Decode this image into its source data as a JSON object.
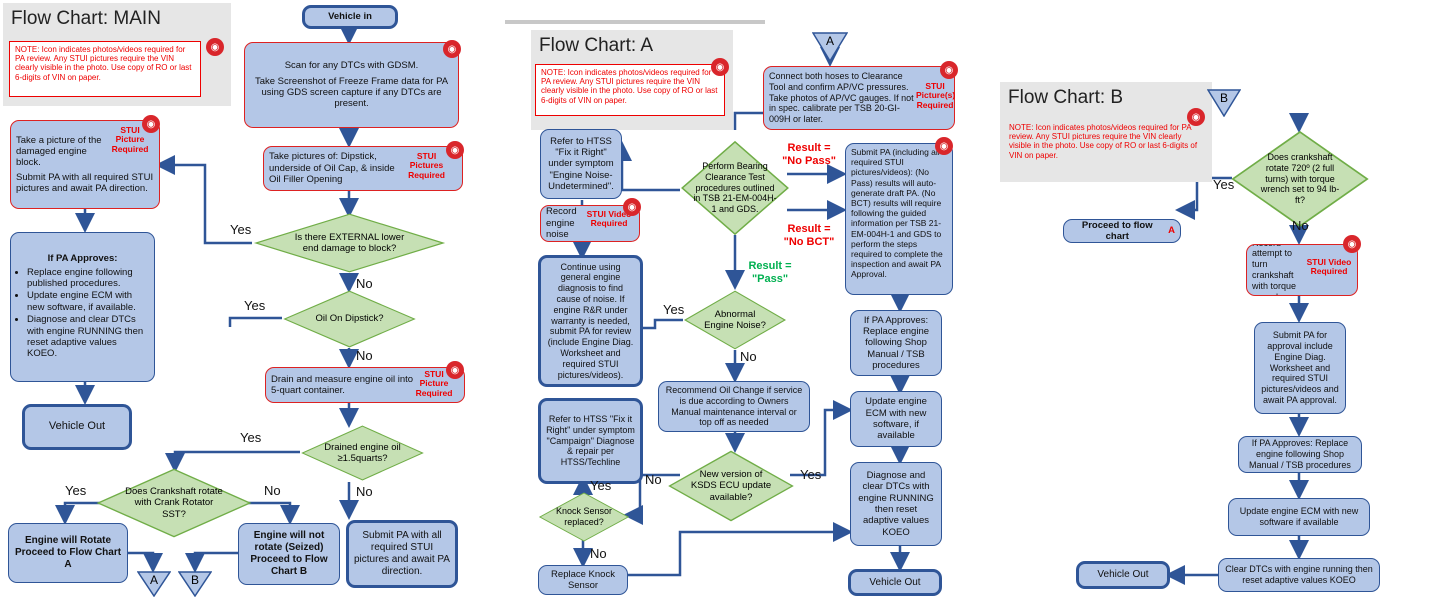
{
  "colors": {
    "box_fill": "#b4c7e7",
    "box_border": "#2f5597",
    "diamond_fill": "#c6e0b4",
    "diamond_border": "#70ad47",
    "note_red": "#ee0000",
    "camera": "#d9262b",
    "pass_green": "#00b050"
  },
  "icons": [
    "camera-icon"
  ],
  "stui": {
    "picture_required": "STUI Picture Required",
    "pictures_required": "STUI Pictures Required",
    "video_required": "STUI Video Required",
    "pictures_s_required": "STUI Picture(s) Required"
  },
  "main": {
    "title": "Flow Chart: MAIN",
    "note": "NOTE: Icon indicates photos/videos required for PA review. Any STUI pictures require the VIN clearly visible in the photo. Use copy of RO or last 6-digits of VIN on paper.",
    "vehicle_in": "Vehicle in",
    "scan_1": "Scan for any DTCs with GDSM.",
    "scan_2": "Take Screenshot of Freeze Frame data for PA using GDS screen capture if any DTCs are present.",
    "dipstick": "Take pictures of: Dipstick, underside of Oil Cap, & inside Oil Filler Opening",
    "picture_block": "Take a picture of the damaged engine block.",
    "submit_stui": "Submit PA with all required STUI pictures and await PA direction.",
    "d_external": "Is there EXTERNAL lower end damage to block?",
    "approves_title": "If PA Approves:",
    "approves_items": [
      "Replace engine following published procedures.",
      "Update engine ECM with new software, if available.",
      "Diagnose and clear DTCs with engine RUNNING then reset adaptive values KOEO."
    ],
    "vehicle_out": "Vehicle Out",
    "d_oil": "Oil On Dipstick?",
    "drain": "Drain and measure engine oil into 5-quart container.",
    "d_drained": "Drained engine oil ≥1.5quarts?",
    "d_crank": "Does Crankshaft rotate with Crank Rotator SST?",
    "rotate": "Engine will Rotate Proceed to Flow Chart A",
    "seized": "Engine will not rotate (Seized) Proceed to Flow Chart B",
    "submit_final": "Submit PA with all required STUI pictures and await PA direction.",
    "yes": "Yes",
    "no": "No",
    "conn_a": "A",
    "conn_b": "B"
  },
  "a": {
    "title": "Flow Chart:  A",
    "note": "NOTE: Icon indicates photos/videos required for PA review. Any STUI pictures require the VIN clearly visible in the photo. Use copy of RO or last 6-digits of VIN on paper.",
    "conn": "A",
    "connect": "Connect both hoses to Clearance Tool and confirm AP/VC pressures. Take photos of AP/VC gauges. If not in spec. calibrate per TSB 20-GI-009H or later.",
    "htss1": "Refer to HTSS \"Fix it Right\" under symptom \"Engine Noise-Undetermined\".",
    "record_noise": "Record engine noise",
    "d_bearing": "Perform Bearing Clearance Test procedures outlined in TSB 21-EM-004H-1 and GDS.",
    "result_nopass": "Result = \"No Pass\"",
    "result_nobct": "Result = \"No BCT\"",
    "result_pass": "Result = \"Pass\"",
    "submit_pa": "Submit PA (including all required STUI pictures/videos): (No Pass) results will auto-generate draft PA. (No BCT) results will require following the guided information per TSB 21-EM-004H-1 and GDS to perform the steps required to complete the inspection and await PA Approval.",
    "continue": "Continue using general engine diagnosis to find cause of noise. If engine R&R under warranty is needed, submit PA for review (include Engine Diag. Worksheet and required STUI pictures/videos).",
    "d_noise": "Abnormal Engine Noise?",
    "approves": "If PA Approves: Replace engine following Shop Manual / TSB procedures",
    "oil_change": "Recommend Oil Change if service is due according to Owners Manual maintenance interval or top off as needed",
    "htss2": "Refer to HTSS \"Fix it Right\" under symptom \"Campaign\" Diagnose & repair per HTSS/Techline",
    "update_ecm": "Update engine ECM with new software, if available",
    "d_ksds": "New version of KSDS ECU update available?",
    "diagnose": "Diagnose and clear DTCs with engine RUNNING then reset adaptive values KOEO",
    "d_knock": "Knock Sensor replaced?",
    "replace_knock": "Replace Knock Sensor",
    "vehicle_out": "Vehicle Out",
    "yes": "Yes",
    "no": "No"
  },
  "b": {
    "title": "Flow Chart: B",
    "note": "NOTE: Icon indicates photos/videos required for PA review. Any STUI pictures require the VIN clearly visible in the photo. Use copy of RO or last 6-digits of VIN on paper.",
    "conn": "B",
    "d_crank": "Does crankshaft rotate 720º (2 full turns) with torque wrench set to 94 lb-ft?",
    "proceed": "Proceed to flow chart",
    "proceed_a": "A",
    "record": "Record attempt to turn crankshaft with torque wrench",
    "submit": "Submit PA for approval include Engine Diag. Worksheet and required STUI pictures/videos and await PA approval.",
    "approves": "If PA Approves: Replace engine following Shop Manual / TSB procedures",
    "update": "Update engine ECM with new software if available",
    "clear": "Clear DTCs with engine running then reset adaptive values KOEO",
    "vehicle_out": "Vehicle Out",
    "yes": "Yes",
    "no": "No"
  }
}
